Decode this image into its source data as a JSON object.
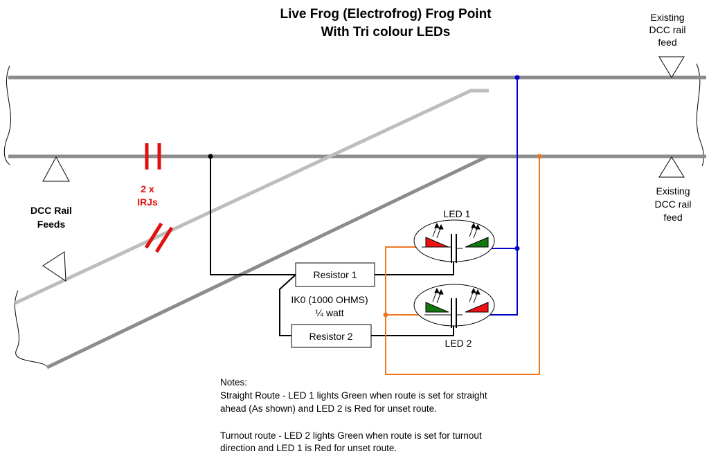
{
  "title": {
    "line1": "Live Frog (Electrofrog)  Frog Point",
    "line2": "With Tri colour LEDs"
  },
  "labels": {
    "existing_top": [
      "Existing",
      "DCC rail",
      "feed"
    ],
    "existing_bottom": [
      "Existing",
      "DCC rail",
      "feed"
    ],
    "dcc_feeds": [
      "DCC Rail",
      "Feeds"
    ],
    "irjs": [
      "2 x",
      "IRJs"
    ],
    "led1": "LED 1",
    "led2": "LED 2",
    "resistor1": "Resistor 1",
    "resistor2": "Resistor 2",
    "resistor_value": [
      "IK0 (1000 OHMS)",
      "¼ watt"
    ]
  },
  "notes": {
    "heading": "Notes:",
    "lines": [
      "Straight Route - LED 1 lights Green when route is set for straight",
      "ahead (As shown) and LED 2 is Red for unset route.",
      "",
      "Turnout route - LED 2 lights Green when route is set for turnout",
      "direction and LED 1 is Red for unset route."
    ]
  },
  "colors": {
    "rail": "#8c8c8c",
    "rail_light": "#bdbdbd",
    "wire_black": "#000000",
    "wire_blue": "#0000cc",
    "wire_orange": "#ee7722",
    "irj_red": "#e01010",
    "led_red": "#ee1111",
    "led_green": "#117711"
  }
}
